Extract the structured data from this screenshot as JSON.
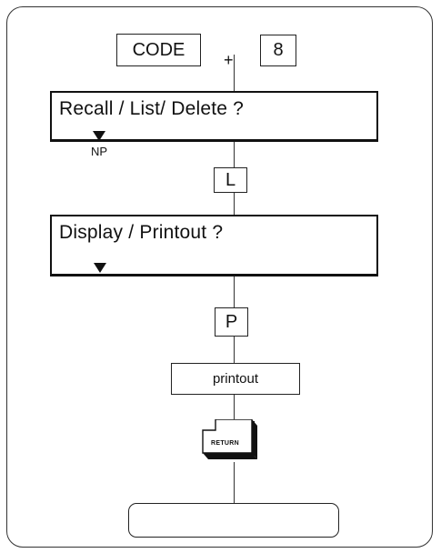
{
  "keys": {
    "code": "CODE",
    "plus": "+",
    "eight": "8",
    "l": "L",
    "p": "P",
    "return": "RETURN"
  },
  "displays": {
    "recall": {
      "text": "Recall / List/ Delete ?",
      "cursor_label": "NP"
    },
    "display_printout": {
      "text": "Display / Printout ?"
    }
  },
  "steps": {
    "printout": "printout"
  },
  "icons": {
    "cursor": "down-triangle-icon",
    "return": "return-key-icon"
  }
}
